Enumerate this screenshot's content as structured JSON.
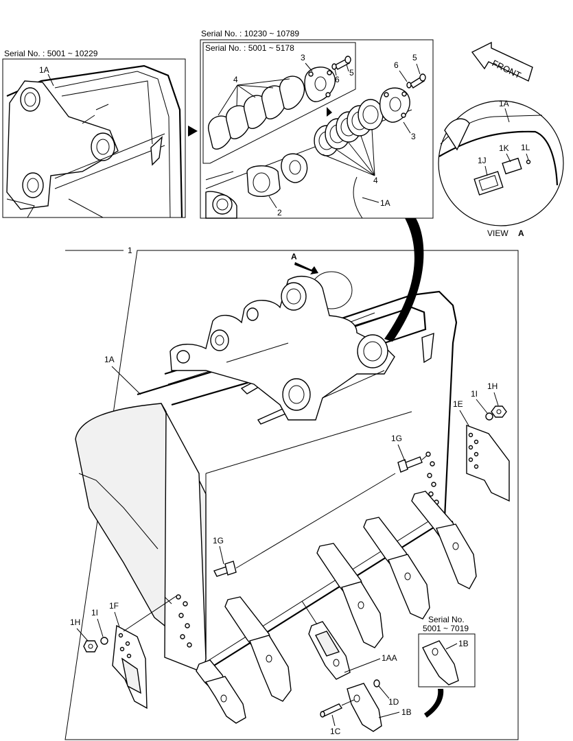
{
  "frames": {
    "left_inset": {
      "serial": "Serial No. : 5001 ~ 10229"
    },
    "middle_inset": {
      "serial_outer": "Serial No. : 10230 ~ 10789",
      "serial_inner": "Serial No. : 5001 ~ 5178"
    },
    "main": {
      "number": "1"
    },
    "bottom_inset": {
      "serial_line1": "Serial No.",
      "serial_line2": "5001 ~ 7019",
      "part": "1B"
    }
  },
  "view": {
    "label": "VIEW",
    "letter": "A",
    "front": "FRONT",
    "arrow_letter": "A"
  },
  "labels": {
    "left_1A": "1A",
    "mid_3a": "3",
    "mid_5a": "5",
    "mid_6a": "6",
    "mid_4a": "4",
    "mid_6b": "6",
    "mid_5b": "5",
    "mid_3b": "3",
    "mid_4b": "4",
    "mid_2": "2",
    "mid_1A": "1A",
    "view_1A": "1A",
    "view_1K": "1K",
    "view_1L": "1L",
    "view_1J": "1J",
    "main_1A": "1A",
    "main_1G_right": "1G",
    "main_1G_left": "1G",
    "main_1E": "1E",
    "main_1I_right": "1I",
    "main_1H_right": "1H",
    "main_1F": "1F",
    "main_1I_left": "1I",
    "main_1H_left": "1H",
    "main_1AA": "1AA",
    "main_1D": "1D",
    "main_1B": "1B",
    "main_1C": "1C"
  }
}
